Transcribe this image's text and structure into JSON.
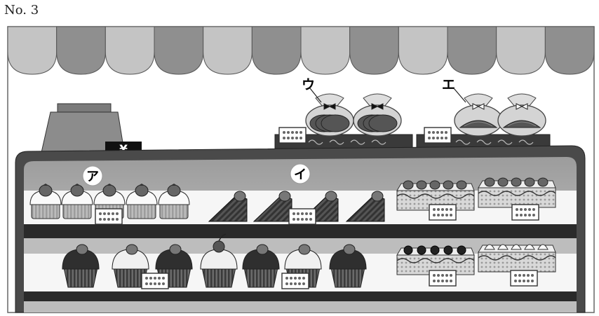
{
  "page": {
    "number_label": "No. 3"
  },
  "labels": {
    "a": "ア",
    "i": "イ",
    "u": "ウ",
    "e": "エ"
  },
  "register": {
    "sign": "¥"
  },
  "colors": {
    "awning_light": "#c4c4c4",
    "awning_dark": "#8f8f8f",
    "case_frame": "#4a4a4a",
    "shelf_band": "#b9b9b9",
    "dark_shelf": "#2a2a2a"
  },
  "icons": [
    "cash-register-icon",
    "cupcake-icon",
    "cake-slice-icon",
    "tray-cake-icon",
    "cookie-bag-icon",
    "price-tag-icon"
  ]
}
